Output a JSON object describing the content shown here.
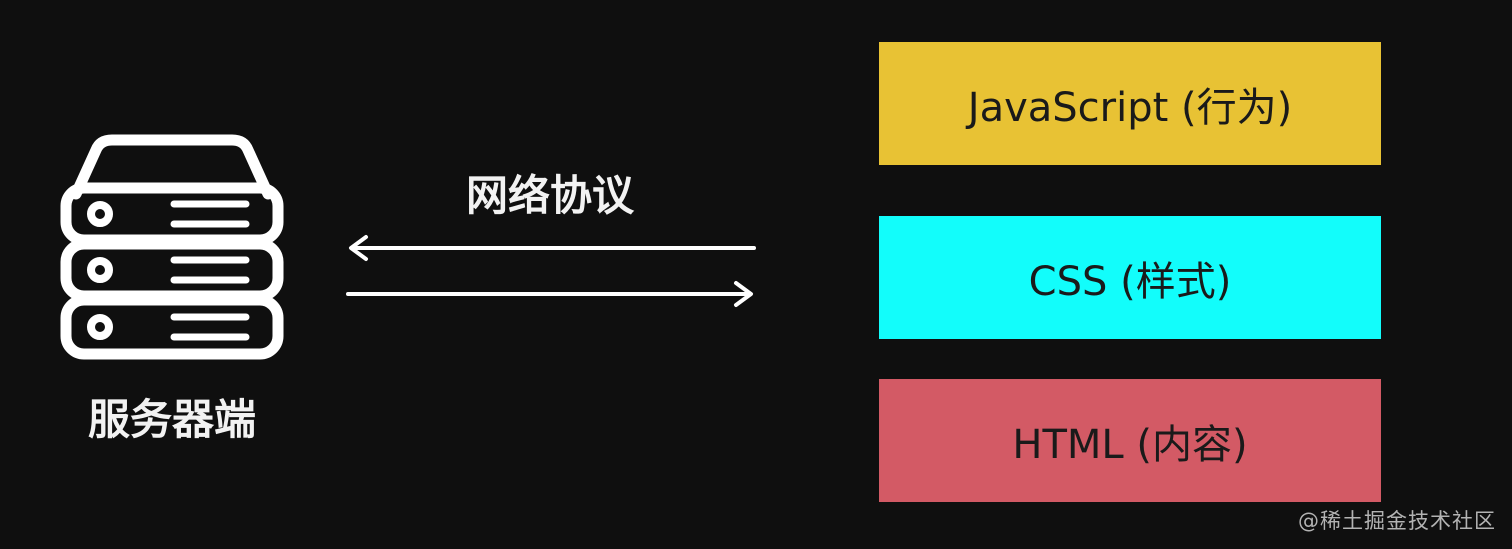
{
  "server": {
    "label": "服务器端",
    "icon": "server-icon"
  },
  "protocol": {
    "label": "网络协议"
  },
  "layers": [
    {
      "label": "JavaScript (行为)",
      "color": "#e8c234"
    },
    {
      "label": "CSS (样式)",
      "color": "#12fdfb"
    },
    {
      "label": "HTML (内容)",
      "color": "#d35a65"
    }
  ],
  "watermark": "@稀土掘金技术社区",
  "colors": {
    "background": "#0f0f0f",
    "foreground": "#ffffff"
  }
}
